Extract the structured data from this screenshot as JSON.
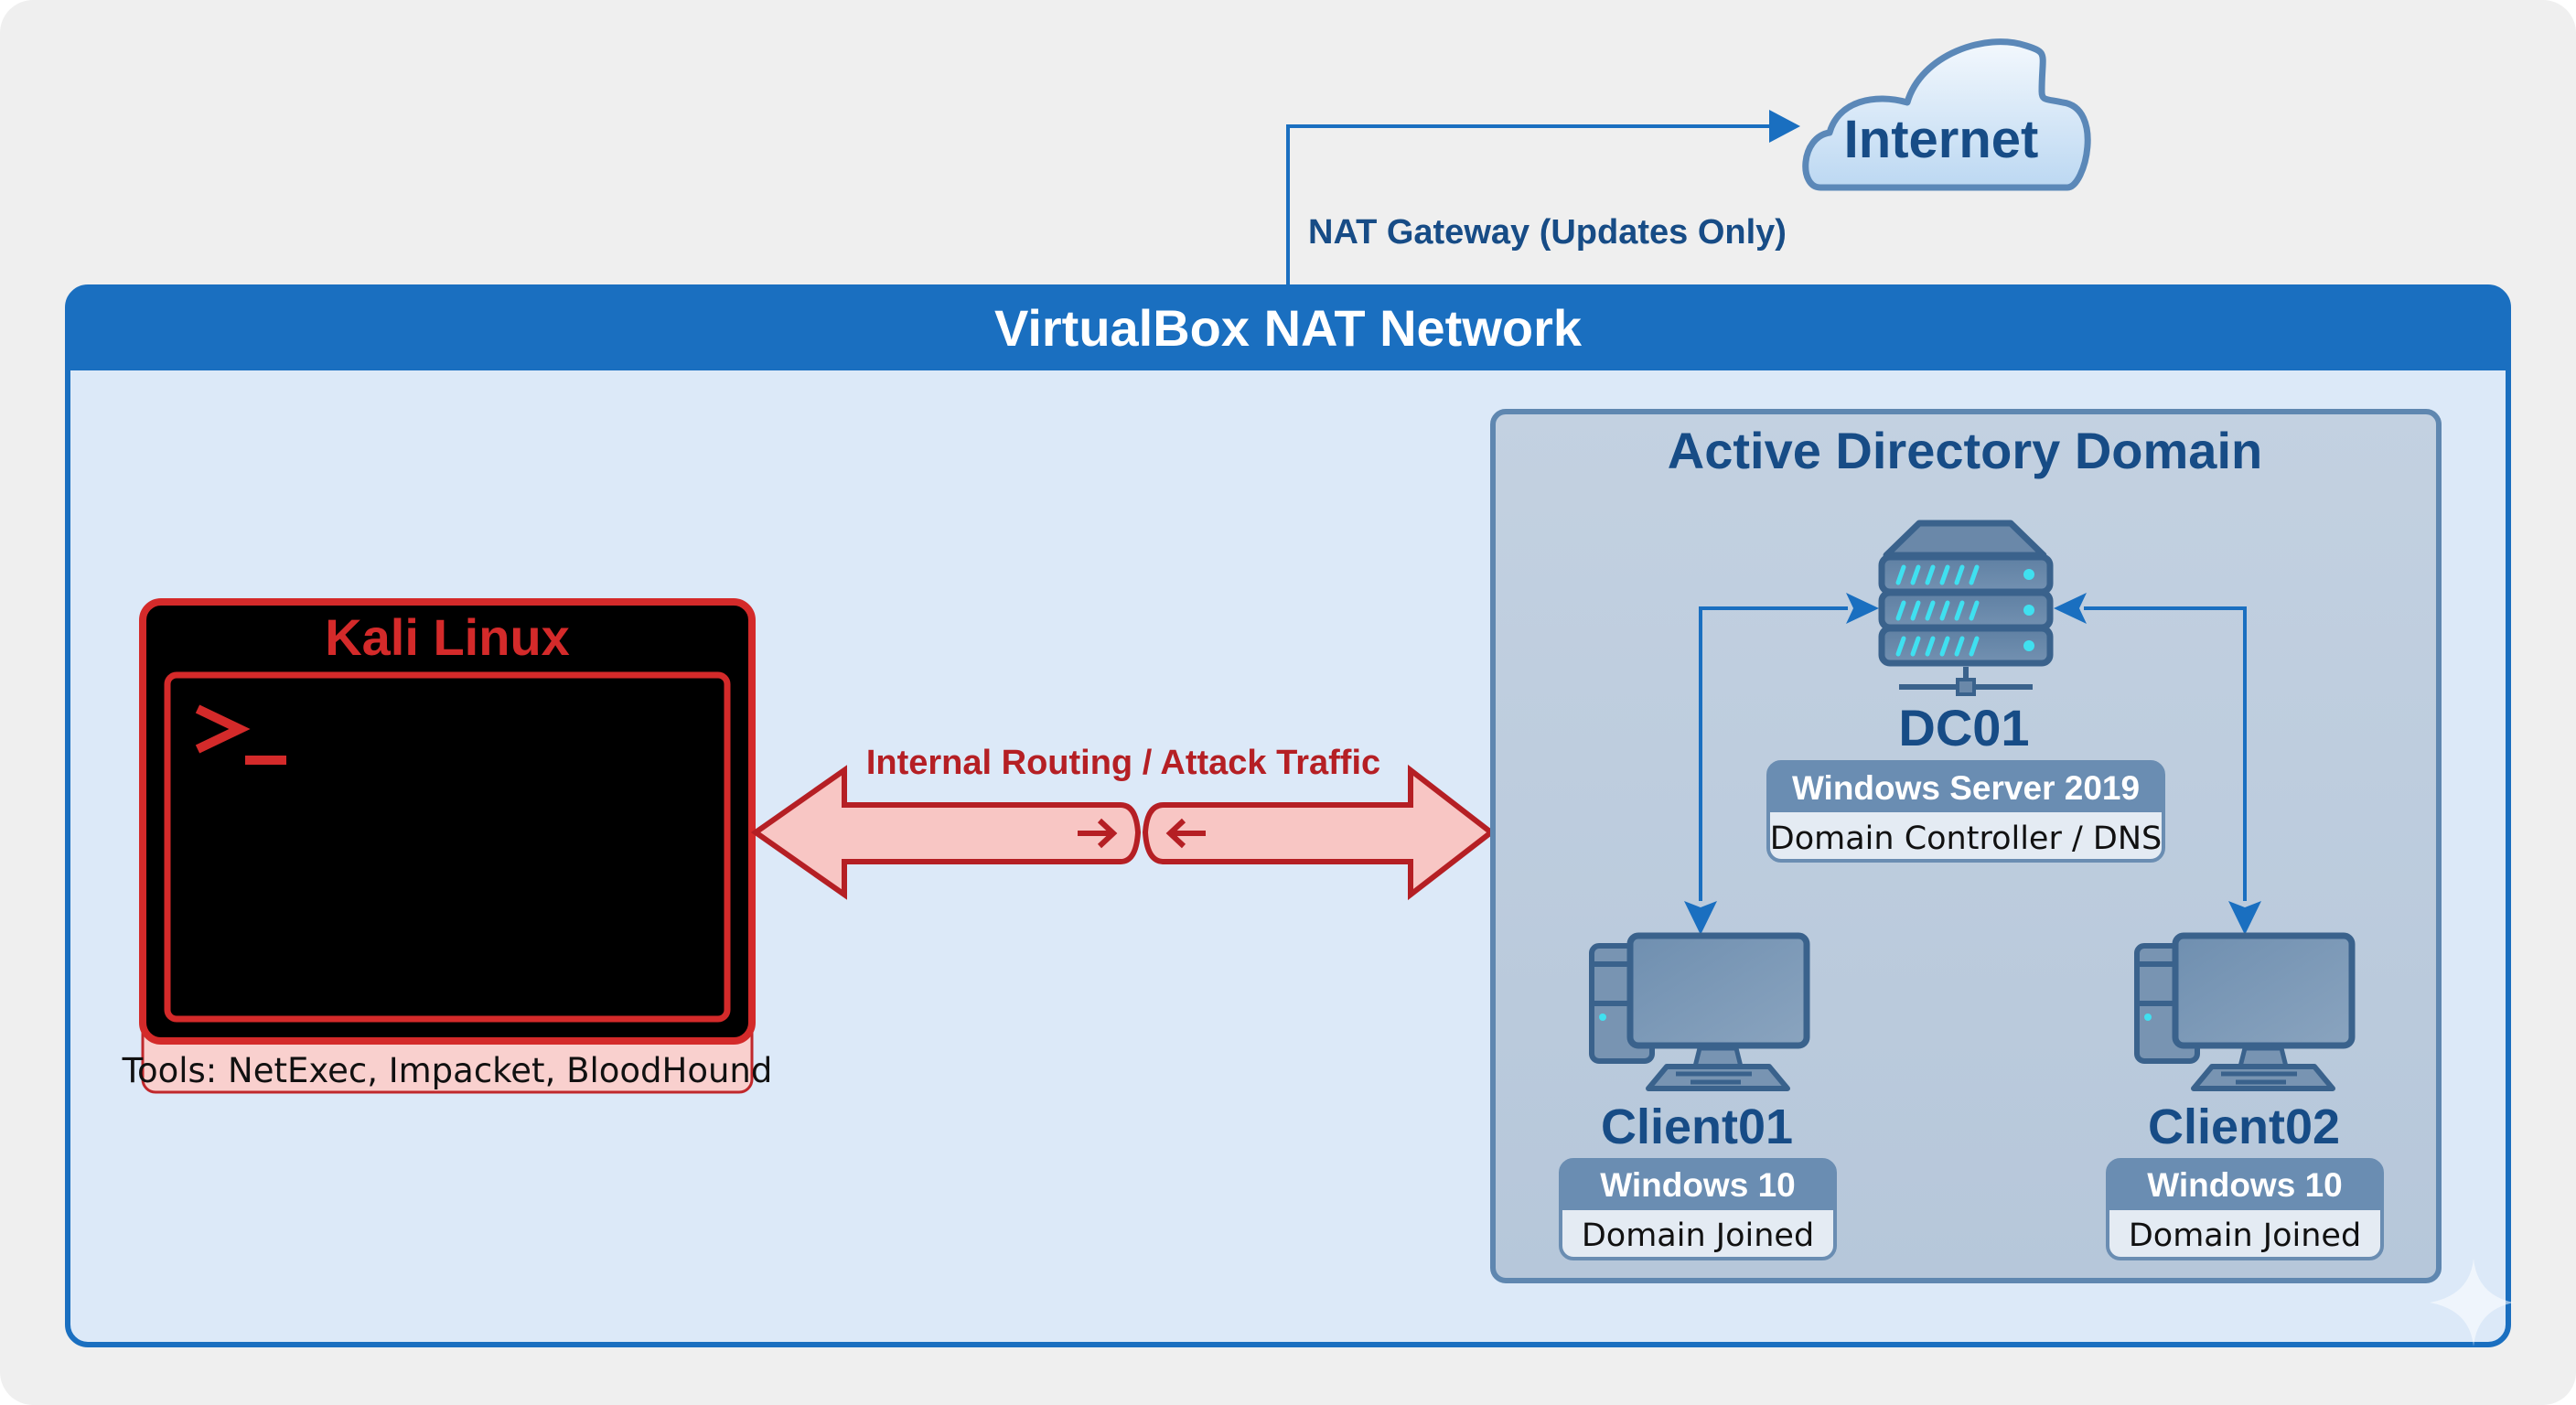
{
  "internet": {
    "label": "Internet"
  },
  "gateway": {
    "label": "NAT Gateway (Updates Only)"
  },
  "network": {
    "title": "VirtualBox NAT Network"
  },
  "kali": {
    "title": "Kali Linux",
    "prompt": ">_",
    "tools": "Tools: NetExec, Impacket, BloodHound"
  },
  "traffic": {
    "label": "Internal Routing / Attack Traffic"
  },
  "domain": {
    "title": "Active Directory Domain",
    "dc": {
      "name": "DC01",
      "os": "Windows Server 2019",
      "role": "Domain Controller / DNS"
    },
    "clients": [
      {
        "name": "Client01",
        "os": "Windows 10",
        "role": "Domain Joined"
      },
      {
        "name": "Client02",
        "os": "Windows 10",
        "role": "Domain Joined"
      }
    ]
  },
  "colors": {
    "network_blue": "#1a6fc0",
    "network_fill": "#dce9f8",
    "domain_fill": "#bccbdc",
    "domain_border": "#5f87b0",
    "navy_text": "#174c86",
    "kali_red": "#d42a2a",
    "traffic_red": "#b51f24",
    "traffic_fill": "#f8c6c4",
    "led_cyan": "#3fe0f0"
  }
}
